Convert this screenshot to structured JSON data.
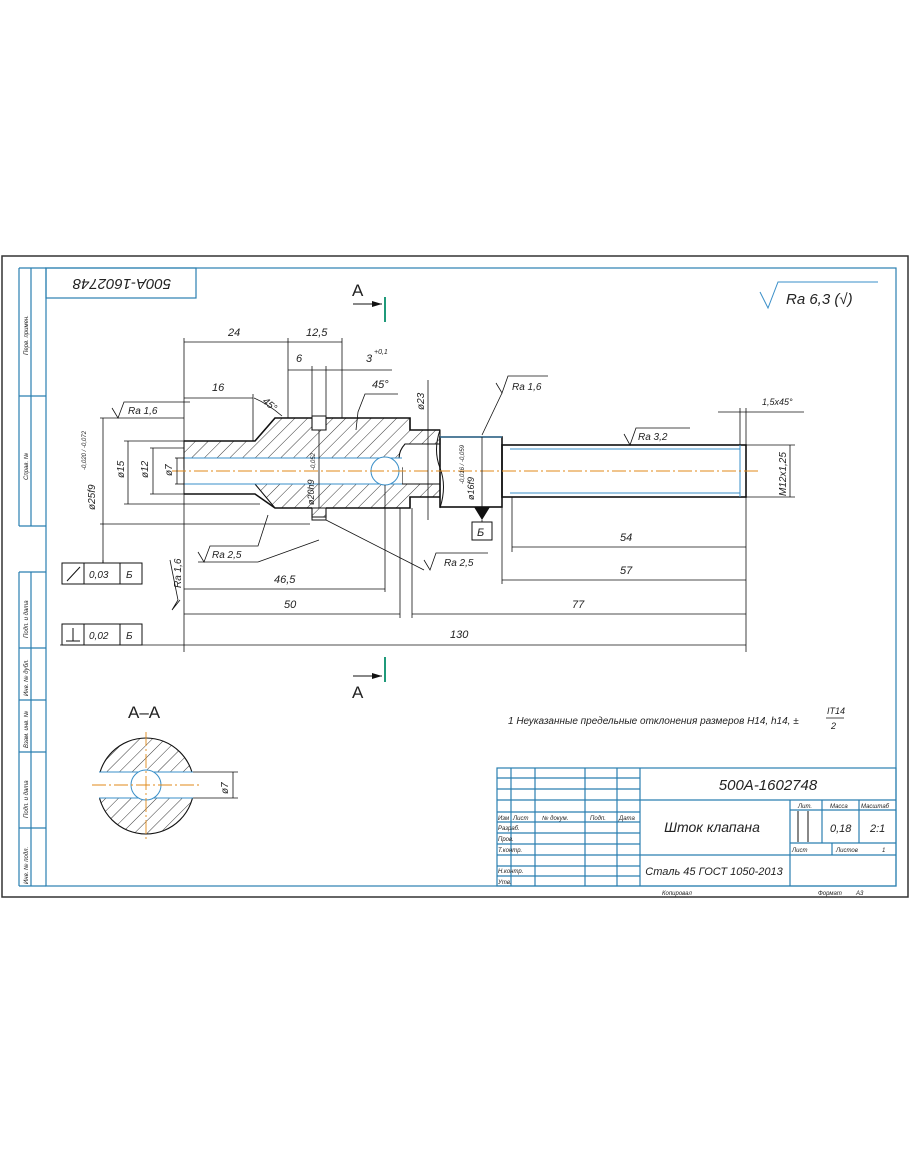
{
  "drawing": {
    "designation": "500A-1602748",
    "designation_mirrored": "500A-1602748",
    "part_name": "Шток клапана",
    "material": "Сталь 45 ГОСТ 1050-2013",
    "mass": "0,18",
    "scale": "2:1",
    "sheets_label": "Листов",
    "sheets_value": "1",
    "sheet_label": "Лист",
    "lit_label": "Лит.",
    "mass_label": "Масса",
    "scale_label": "Масштаб",
    "copied_label": "Копировал",
    "format_label": "Формат",
    "format_value": "А3",
    "general_roughness": "Ra 6,3 (√)",
    "note": "1 Неуказанные предельные отклонения размеров H14, h14, ±",
    "note_fraction_num": "IT14",
    "note_fraction_den": "2",
    "section_label": "А",
    "section_title": "А–А"
  },
  "title_block_rows": {
    "header": [
      "Изм",
      "Лист",
      "№ докум.",
      "Подп.",
      "Дата"
    ],
    "roles": [
      "Разраб.",
      "Пров.",
      "Т.контр.",
      "",
      "Н.контр.",
      "Утв."
    ]
  },
  "side_stamps": [
    "Перв. примен.",
    "Справ. №",
    "Подп. и дата",
    "Инв. № дубл.",
    "Взам. инв. №",
    "Подп. и дата",
    "Инв. № подл."
  ],
  "dimensions": {
    "d24": "24",
    "d12_5": "12,5",
    "d6": "6",
    "d3": "3",
    "d3_tol": "+0,1",
    "d16": "16",
    "a45a": "45°",
    "a45b": "45°",
    "dia23": "ø23",
    "dia25": "ø25f9",
    "dia25_tol": "-0,020 / -0,072",
    "dia15": "ø15",
    "dia12": "ø12",
    "dia7": "ø7",
    "dia20": "ø20h9",
    "dia20_tol": "-0,052",
    "dia16": "ø16f9",
    "dia16_tol": "-0,016 / -0,059",
    "thread": "M12x1,25",
    "chamfer": "1,5x45°",
    "d54": "54",
    "d57": "57",
    "d46_5": "46,5",
    "d50": "50",
    "d77": "77",
    "d130": "130",
    "section_dia7": "ø7"
  },
  "roughness": {
    "r1": "Ra 1,6",
    "r2": "Ra 1,6",
    "r3": "Ra 3,2",
    "r4": "Ra 2,5",
    "r5": "Ra 2,5",
    "r6": "Ra 1,6"
  },
  "tolerances": {
    "runout_value": "0,03",
    "runout_datum": "Б",
    "perp_value": "0,02",
    "perp_datum": "Б",
    "datum_label": "Б"
  }
}
